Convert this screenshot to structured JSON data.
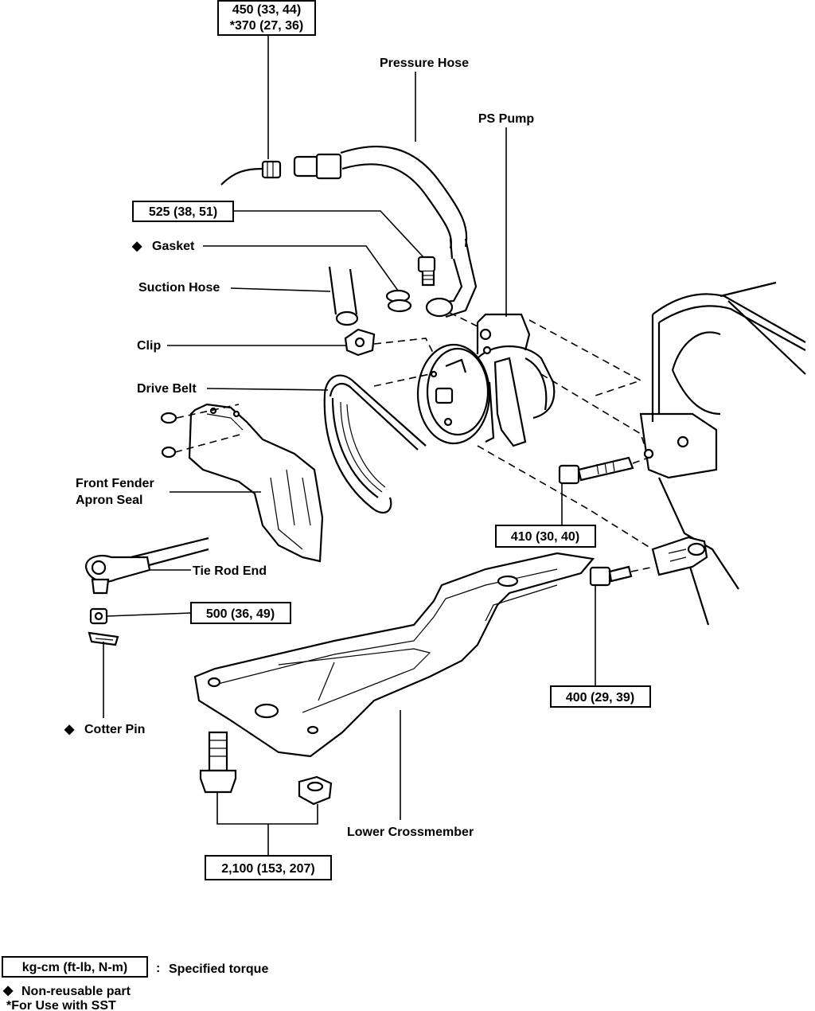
{
  "labels": {
    "pressure_hose": "Pressure Hose",
    "ps_pump": "PS Pump",
    "gasket": "Gasket",
    "suction_hose": "Suction Hose",
    "clip": "Clip",
    "drive_belt": "Drive Belt",
    "front_fender_line1": "Front Fender",
    "front_fender_line2": "Apron Seal",
    "tie_rod_end": "Tie Rod End",
    "cotter_pin": "Cotter Pin",
    "lower_crossmember": "Lower Crossmember"
  },
  "torques": {
    "top_line1": "450 (33, 44)",
    "top_line2": "*370 (27, 36)",
    "union_bolt": "525 (38, 51)",
    "pump_bolt": "410 (30, 40)",
    "tie_rod_nut": "500 (36, 49)",
    "bracket_bolt": "400 (29, 39)",
    "crossmember": "2,100 (153, 207)"
  },
  "legend": {
    "unit_box": "kg-cm (ft-lb, N-m)",
    "colon": ":",
    "specified": "Specified torque",
    "nonreusable": "Non-reusable part",
    "sst": "*For Use with SST"
  },
  "symbols": {
    "diamond": "◆"
  },
  "colors": {
    "ink": "#000000",
    "paper": "#ffffff"
  }
}
